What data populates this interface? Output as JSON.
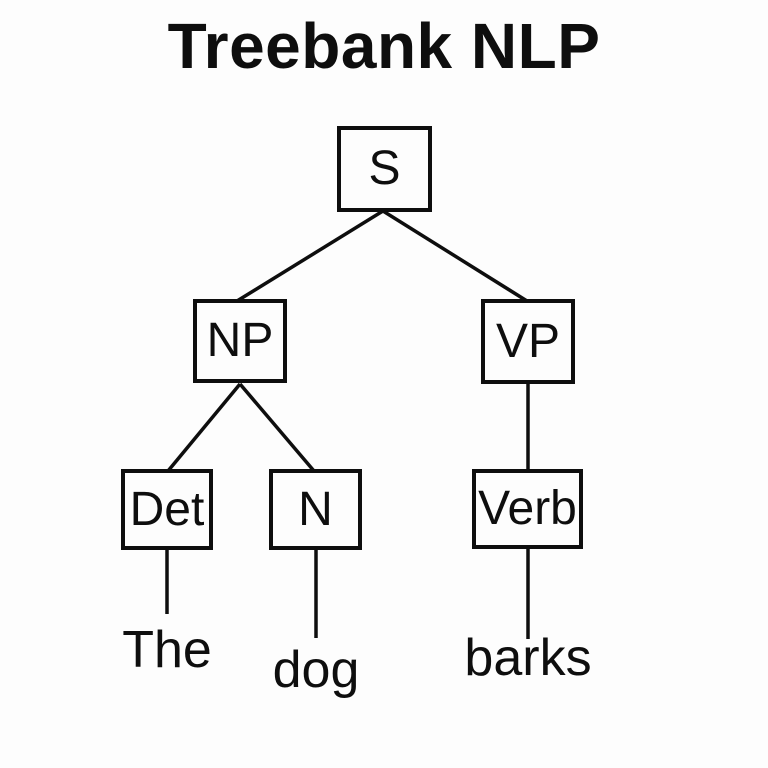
{
  "title": "Treebank NLP",
  "colors": {
    "background": "#fdfdfd",
    "line": "#0e0e0e",
    "box_border": "#0e0e0e",
    "box_fill": "#fdfdfd",
    "text": "#0e0e0e"
  },
  "tree": {
    "root": {
      "label": "S",
      "children": [
        {
          "label": "NP",
          "children": [
            {
              "label": "Det",
              "word": "The"
            },
            {
              "label": "N",
              "word": "dog"
            }
          ]
        },
        {
          "label": "VP",
          "children": [
            {
              "label": "Verb",
              "word": "barks"
            }
          ]
        }
      ]
    }
  }
}
